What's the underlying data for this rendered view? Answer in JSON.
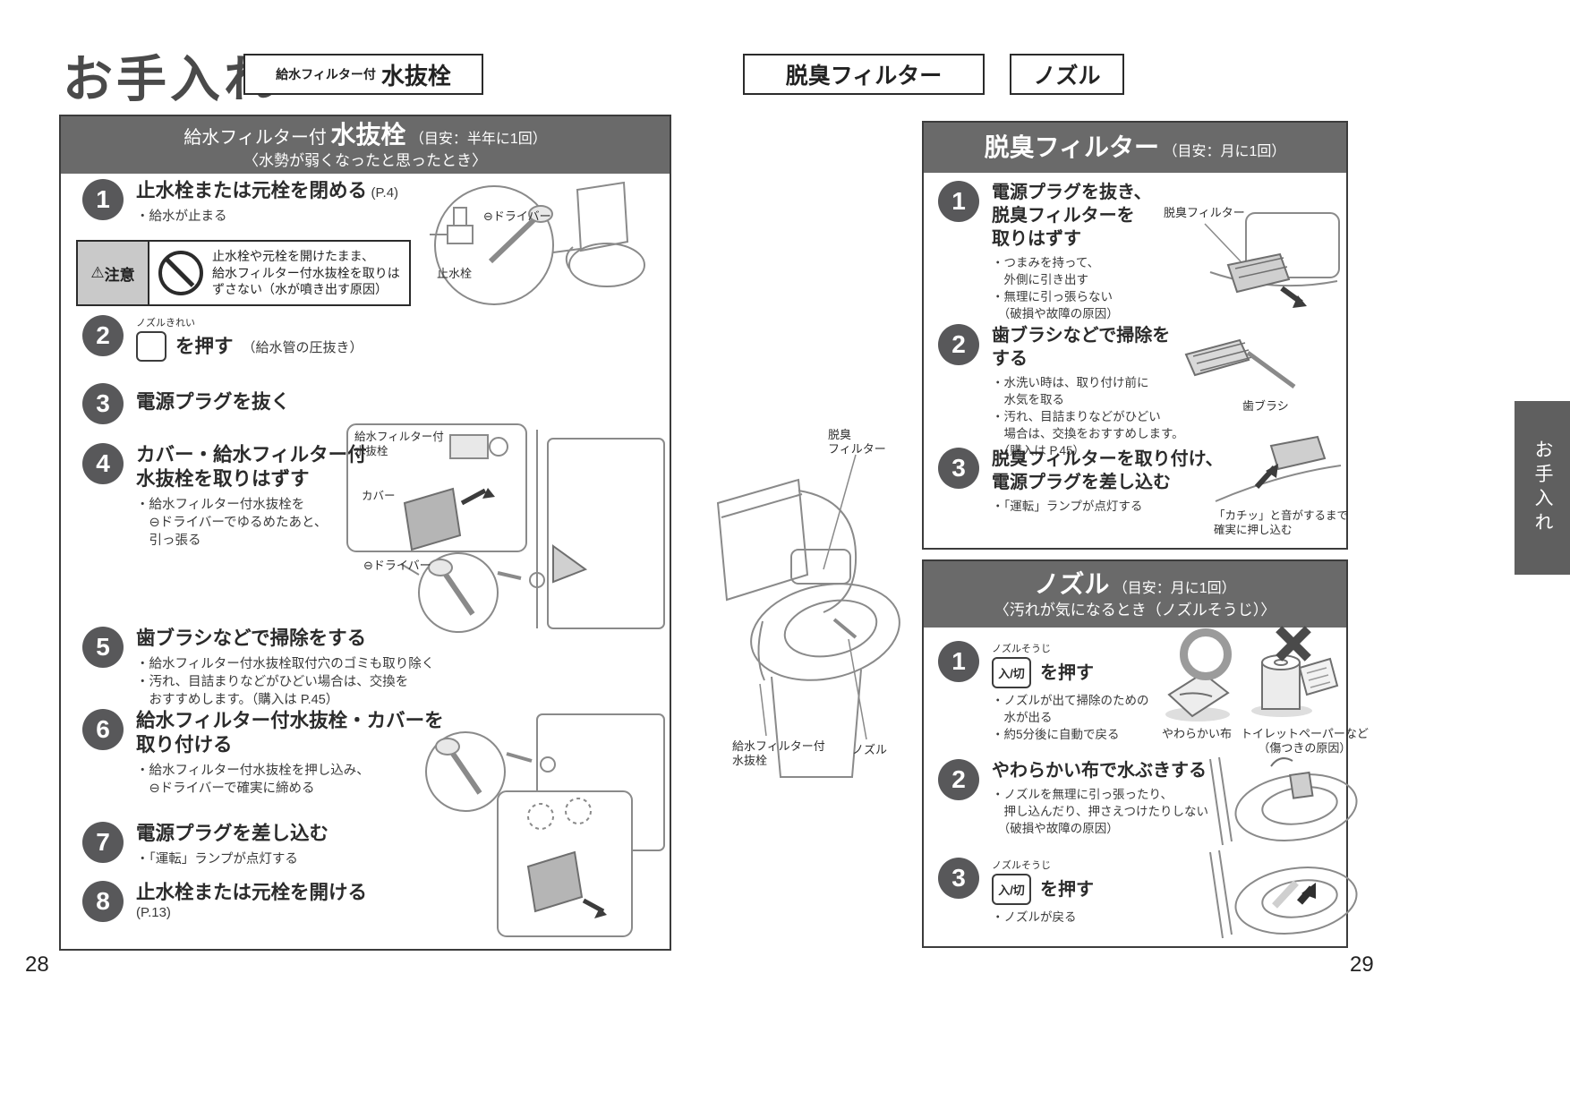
{
  "page": {
    "title": "お手入れ",
    "page_number_left": "28",
    "page_number_right": "29",
    "side_tab": "お手入れ"
  },
  "colors": {
    "header_bar": "#6a6a6a",
    "step_circle": "#58585a",
    "caution_bg": "#c9c9c9",
    "ink": "#2f2f2f",
    "art_line": "#8a8a8a"
  },
  "top_tags": {
    "tag1_small": "給水フィルター付",
    "tag1_large": "水抜栓",
    "tag2": "脱臭フィルター",
    "tag3": "ノズル"
  },
  "mizunuki_panel": {
    "header_prefix": "給水フィルター付",
    "header_main": "水抜栓",
    "header_note": "（目安：半年に1回）",
    "header_sub": "〈水勢が弱くなったと思ったとき〉",
    "step1": {
      "num": "1",
      "title": "止水栓または元栓を閉める",
      "note": "(P.4)",
      "bullets": "・給水が止まる"
    },
    "caution": {
      "icon": "⚠",
      "label": "注意",
      "text": "止水栓や元栓を開けたまま、\n給水フィルター付水抜栓を取りは\nずさない（水が噴き出す原因）"
    },
    "step2": {
      "num": "2",
      "button_ruby": "ノズルきれい",
      "title": "を押す",
      "note": "（給水管の圧抜き）"
    },
    "step3": {
      "num": "3",
      "title": "電源プラグを抜く"
    },
    "step4": {
      "num": "4",
      "title": "カバー・給水フィルター付\n水抜栓を取りはずす",
      "bullets": "・給水フィルター付水抜栓を\n　⊖ドライバーでゆるめたあと、\n　引っ張る"
    },
    "step5": {
      "num": "5",
      "title": "歯ブラシなどで掃除をする",
      "bullets": "・給水フィルター付水抜栓取付穴のゴミも取り除く\n・汚れ、目詰まりなどがひどい場合は、交換を\n　おすすめします。（購入は P.45）"
    },
    "step6": {
      "num": "6",
      "title": "給水フィルター付水抜栓・カバーを\n取り付ける",
      "bullets": "・給水フィルター付水抜栓を押し込み、\n　⊖ドライバーで確実に締める"
    },
    "step7": {
      "num": "7",
      "title": "電源プラグを差し込む",
      "bullets": "・「運転」ランプが点灯する"
    },
    "step8": {
      "num": "8",
      "title": "止水栓または元栓を開ける",
      "note": "(P.13)"
    },
    "labels": {
      "driver_top": "⊖ドライバー",
      "shisui": "止水栓",
      "filter_unit": "給水フィルター付\n水抜栓",
      "cover": "カバー",
      "driver_mid": "⊖ドライバー"
    }
  },
  "center_labels": {
    "dassyu": "脱臭\nフィルター",
    "mizunuki": "給水フィルター付\n水抜栓",
    "nozzle": "ノズル"
  },
  "dassyu_panel": {
    "header": "脱臭フィルター",
    "header_note": "（目安：月に1回）",
    "step1": {
      "num": "1",
      "title": "電源プラグを抜き、\n脱臭フィルターを\n取りはずす",
      "bullets": "・つまみを持って、\n　外側に引き出す\n・無理に引っ張らない\n　（破損や故障の原因）",
      "label": "脱臭フィルター"
    },
    "step2": {
      "num": "2",
      "title": "歯ブラシなどで掃除を\nする",
      "bullets": "・水洗い時は、取り付け前に\n　水気を取る\n・汚れ、目詰まりなどがひどい\n　場合は、交換をおすすめします。\n　（購入は P.45）",
      "caption": "歯ブラシ"
    },
    "step3": {
      "num": "3",
      "title": "脱臭フィルターを取り付け、\n電源プラグを差し込む",
      "bullets": "・「運転」ランプが点灯する",
      "caption": "「カチッ」と音がするまで\n確実に押し込む"
    }
  },
  "nozzle_panel": {
    "header": "ノズル",
    "header_note": "（目安：月に1回）",
    "header_sub": "〈汚れが気になるとき（ノズルそうじ）〉",
    "step1": {
      "num": "1",
      "button_ruby": "ノズルそうじ",
      "button_text": "入/切",
      "title": "を押す",
      "bullets": "・ノズルが出て掃除のための\n　水が出る\n・約5分後に自動で戻る",
      "caption_ok": "やわらかい布",
      "caption_ng": "トイレットペーパーなど\n（傷つきの原因）"
    },
    "step2": {
      "num": "2",
      "title": "やわらかい布で水ぶきする",
      "bullets": "・ノズルを無理に引っ張ったり、\n　押し込んだり、押さえつけたりしない\n　（破損や故障の原因）"
    },
    "step3": {
      "num": "3",
      "button_ruby": "ノズルそうじ",
      "button_text": "入/切",
      "title": "を押す",
      "bullets": "・ノズルが戻る"
    }
  }
}
